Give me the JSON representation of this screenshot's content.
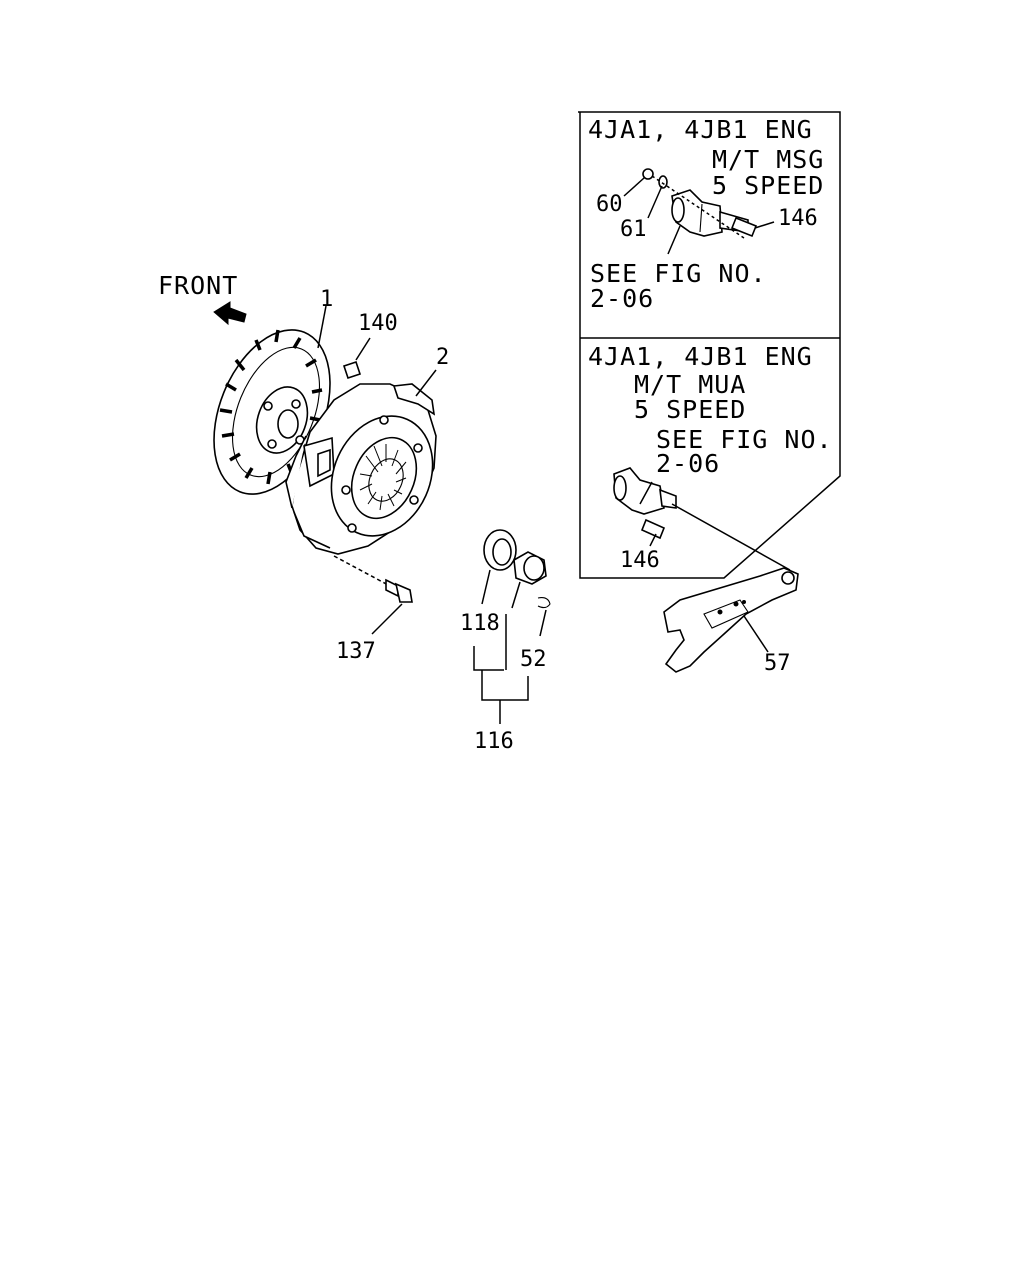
{
  "front_label": "FRONT",
  "inset_top": {
    "engine": "4JA1, 4JB1 ENG",
    "transmission": "M/T MSG",
    "speed": "5 SPEED",
    "see_fig": "SEE FIG NO.",
    "fig_no": "2-06",
    "callouts": [
      "60",
      "61",
      "146"
    ]
  },
  "inset_bottom": {
    "engine": "4JA1, 4JB1 ENG",
    "transmission": "M/T MUA",
    "speed": "5 SPEED",
    "see_fig": "SEE FIG NO.",
    "fig_no": "2-06",
    "callouts": [
      "146"
    ]
  },
  "callouts": {
    "clutch_disc": "1",
    "pressure_plate": "2",
    "dowel_pin": "140",
    "bolt": "137",
    "release_bearing": "118",
    "clip": "52",
    "bearing_assembly": "116",
    "release_fork": "57"
  }
}
